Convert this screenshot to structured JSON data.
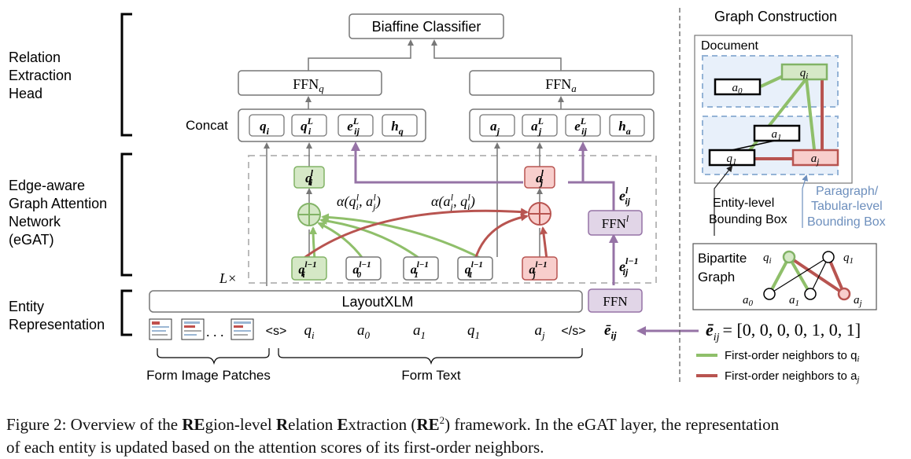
{
  "head_labels": {
    "relation_extraction_head": [
      "Relation",
      "Extraction",
      "Head"
    ],
    "egat": [
      "Edge-aware",
      "Graph Attention",
      "Network",
      "(eGAT)"
    ],
    "entity_representation": [
      "Entity",
      "Representation"
    ]
  },
  "biaffine": "Biaffine Classifier",
  "ffn_q": {
    "base": "FFN",
    "sub": "q"
  },
  "ffn_a": {
    "base": "FFN",
    "sub": "a"
  },
  "concat_label": "Concat",
  "concat_left": [
    {
      "base": "q",
      "sub": "i",
      "sup": ""
    },
    {
      "base": "q",
      "sub": "i",
      "sup": "L"
    },
    {
      "base": "e",
      "sub": "ij",
      "sup": "L"
    },
    {
      "base": "h",
      "sub": "q",
      "sup": ""
    }
  ],
  "concat_right": [
    {
      "base": "a",
      "sub": "j",
      "sup": ""
    },
    {
      "base": "a",
      "sub": "j",
      "sup": "L"
    },
    {
      "base": "e",
      "sub": "ij",
      "sup": "L"
    },
    {
      "base": "h",
      "sub": "a",
      "sup": ""
    }
  ],
  "egat": {
    "q_l": {
      "base": "q",
      "sub": "i",
      "sup": "l"
    },
    "a_l": {
      "base": "a",
      "sub": "j",
      "sup": "l"
    },
    "alpha_left": "α(q",
    "alpha_right": "α(a",
    "e_l": {
      "base": "e",
      "sub": "ij",
      "sup": "l"
    },
    "ffn_l": {
      "base": "FFN",
      "sup": "l"
    },
    "e_l1": {
      "base": "e",
      "sub": "ij",
      "sup": "l−1"
    },
    "layers": "L×",
    "bottom_nodes": [
      {
        "base": "q",
        "sub": "i",
        "sup": "l−1",
        "color": "green"
      },
      {
        "base": "a",
        "sub": "0",
        "sup": "l−1",
        "color": "white"
      },
      {
        "base": "a",
        "sub": "1",
        "sup": "l−1",
        "color": "white"
      },
      {
        "base": "q",
        "sub": "1",
        "sup": "l−1",
        "color": "white"
      },
      {
        "base": "a",
        "sub": "j",
        "sup": "l−1",
        "color": "red"
      }
    ]
  },
  "layoutxlm": "LayoutXLM",
  "ffn_bottom": "FFN",
  "tokens": [
    "<s>",
    "q",
    "a",
    "a",
    "q",
    "a",
    "</s>"
  ],
  "token_subs": [
    "",
    "i",
    "0",
    "1",
    "1",
    "j",
    ""
  ],
  "e_bar": {
    "base": "ē",
    "sub": "ij"
  },
  "e_bar_value": "ē",
  "e_bar_vector": "= [0, 0, 0, 0, 1, 0, 1]",
  "form_image_patches": "Form Image Patches",
  "form_text": "Form Text",
  "graph_construction": {
    "title": "Graph Construction",
    "document": "Document",
    "nodes": {
      "a0": "a",
      "qi": "q",
      "a1": "a",
      "q1": "q",
      "aj": "a"
    },
    "entity_bbox": [
      "Entity-level",
      "Bounding Box"
    ],
    "para_bbox": [
      "Paragraph/",
      "Tabular-level",
      "Bounding Box"
    ],
    "bipartite": [
      "Bipartite",
      "Graph"
    ],
    "legend_green": "First-order neighbors to q",
    "legend_green_sub": "i",
    "legend_red": "First-order neighbors to a",
    "legend_red_sub": "j"
  },
  "colors": {
    "green_fill": "#d5e8c6",
    "green_stroke": "#82b366",
    "green_line": "#8fbf6a",
    "red_fill": "#f8cecc",
    "red_stroke": "#b85450",
    "red_line": "#b85450",
    "purple_fill": "#e1d5e7",
    "purple_stroke": "#9673a6",
    "purple_line": "#9673a6",
    "blue_dash": "#94b3d6",
    "blue_fill": "#e8f0fa",
    "grey_arrow": "#777777"
  },
  "caption": {
    "prefix": "Figure 2: Overview of the ",
    "b1": "RE",
    "t1": "gion-level ",
    "b2": "R",
    "t2": "elation ",
    "b3": "E",
    "t3": "xtraction (",
    "b4": "RE",
    "sup": "2",
    "t4": ") framework. In the eGAT layer, the representation",
    "line2": "of each entity is updated based on the attention scores of its first-order neighbors."
  }
}
